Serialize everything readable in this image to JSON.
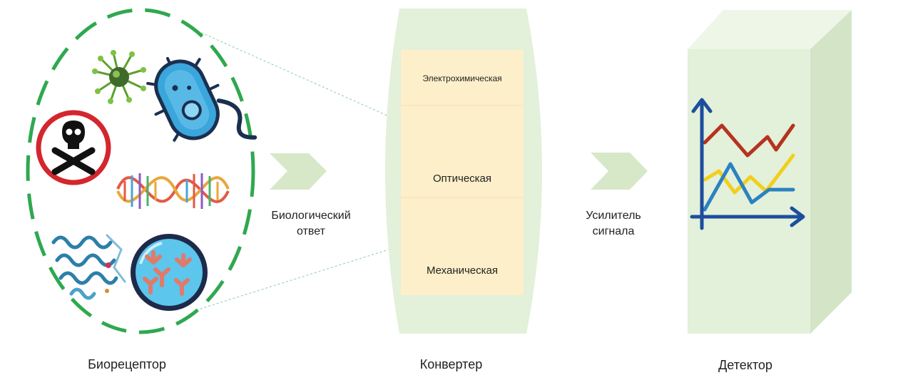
{
  "bioreceptor": {
    "label": "Биорецептор"
  },
  "converter": {
    "label": "Конвертер",
    "types": [
      "Электрохимическая",
      "Оптическая",
      "Механическая"
    ]
  },
  "bio_response": {
    "line1": "Биологический",
    "line2": "ответ"
  },
  "amplifier": {
    "line1": "Усилитель",
    "line2": "сигнала"
  },
  "detector": {
    "label": "Детектор"
  },
  "icons": [
    "virus-icon",
    "bacteria-icon",
    "poison-sign-icon",
    "dna-icon",
    "protein-icon",
    "antibody-petri-icon",
    "graph-icon"
  ],
  "colors": {
    "ellipse": "#2fa84f",
    "panel": "#e3f0da",
    "box": "#fcefc9",
    "arrow": "#d7e8c9",
    "graph_red": "#b5331f",
    "graph_yellow": "#f2cf1d",
    "graph_blue": "#2c82c0",
    "axis": "#1d4e9e"
  }
}
